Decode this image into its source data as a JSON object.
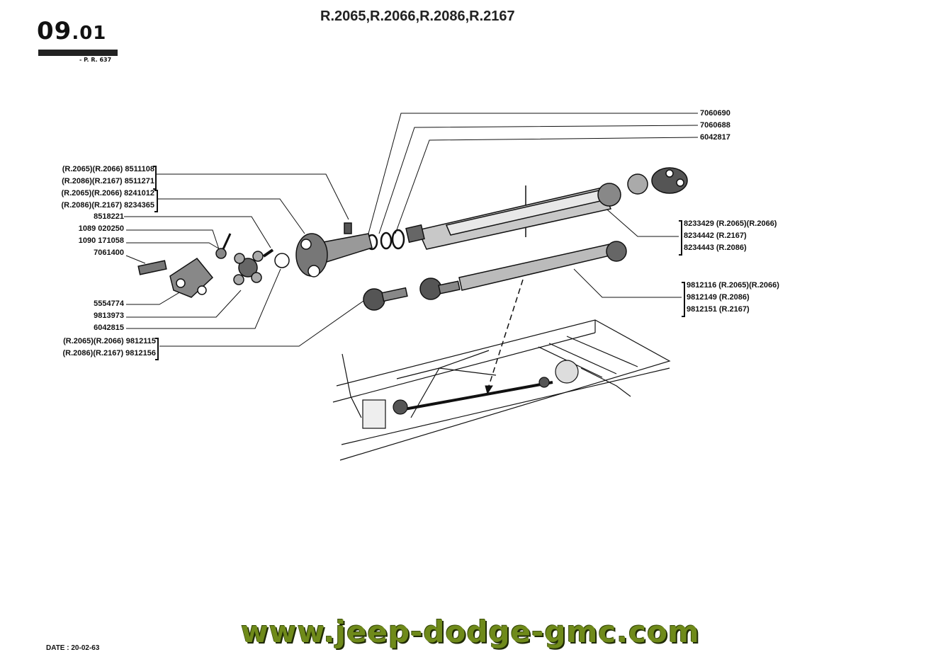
{
  "header": {
    "section_code_main": "09",
    "section_code_sub": ".01",
    "pr_reference": "- P. R. 637",
    "models": "R.2065,R.2066,R.2086,R.2167"
  },
  "labels": {
    "top_right": [
      "7060690",
      "7060688",
      "6042817"
    ],
    "shaft_group": [
      "8233429 (R.2065)(R.2066)",
      "8234442 (R.2167)",
      "8234443 (R.2086)"
    ],
    "tube_group": [
      "9812116 (R.2065)(R.2066)",
      "9812149 (R.2086)",
      "9812151 (R.2167)"
    ],
    "left_bolt_group": [
      "(R.2065)(R.2066) 8511108",
      "(R.2086)(R.2167) 8511271"
    ],
    "left_yoke_group": [
      "(R.2065)(R.2066) 8241012",
      "(R.2086)(R.2167) 8234365"
    ],
    "left_single": [
      "8518221",
      "1089 020250",
      "1090 171058",
      "7061400"
    ],
    "left_lower": [
      "5554774",
      "9813973",
      "6042815"
    ],
    "left_bottom_group": [
      "(R.2065)(R.2066) 9812115",
      "(R.2086)(R.2167) 9812156"
    ]
  },
  "footer": {
    "date": "DATE : 20-02-63",
    "website": "www.jeep-dodge-gmc.com"
  }
}
